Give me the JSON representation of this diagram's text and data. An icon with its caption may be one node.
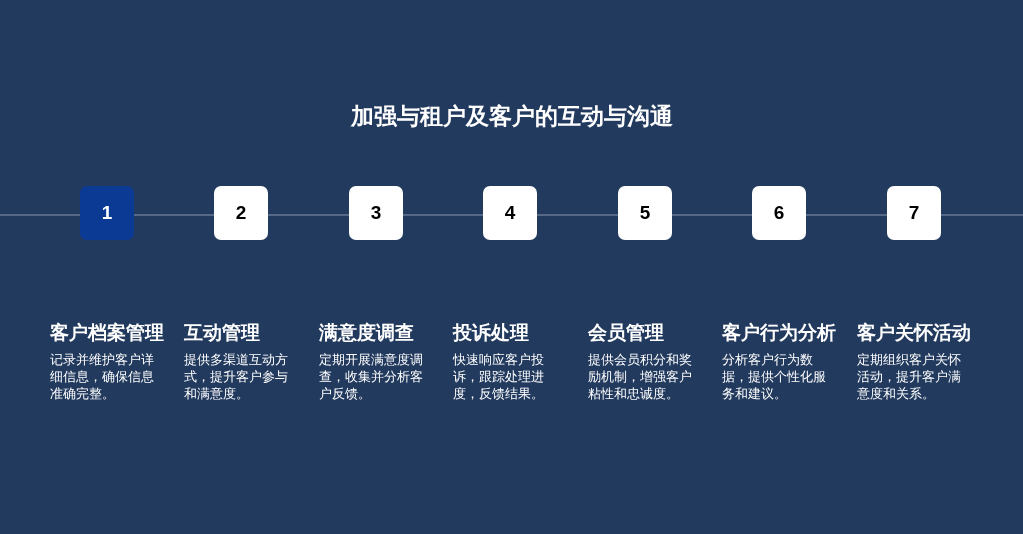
{
  "diagram": {
    "title": "加强与租户及客户的互动与沟通",
    "nodes": [
      {
        "text": [
          "1"
        ],
        "beside": [
          "客户档案管理",
          "记录并维护客户详细信息，确保信息准确完整。"
        ]
      },
      {
        "text": [
          "2"
        ],
        "beside": [
          "互动管理",
          "提供多渠道互动方式，提升客户参与和满意度。"
        ]
      },
      {
        "text": [
          "3"
        ],
        "beside": [
          "满意度调查",
          "定期开展满意度调查，收集并分析客户反馈。"
        ]
      },
      {
        "text": [
          "4"
        ],
        "beside": [
          "投诉处理",
          "快速响应客户投诉，跟踪处理进度，反馈结果。"
        ]
      },
      {
        "text": [
          "5"
        ],
        "beside": [
          "会员管理",
          "提供会员积分和奖励机制，增强客户粘性和忠诚度。"
        ]
      },
      {
        "text": [
          "6"
        ],
        "beside": [
          "客户行为分析",
          "分析客户行为数据，提供个性化服务和建议。"
        ]
      },
      {
        "text": [
          "7"
        ],
        "beside": [
          "客户关怀活动",
          "定期组织客户关怀活动，提升客户满意度和关系。"
        ]
      }
    ],
    "edges": [
      {
        "from": null,
        "to": 0,
        "arrow": "none"
      },
      {
        "from": 0,
        "to": 1,
        "arrow": "none"
      },
      {
        "from": 1,
        "to": 2,
        "arrow": "none"
      },
      {
        "from": 2,
        "to": 3,
        "arrow": "none"
      },
      {
        "from": 3,
        "to": 4,
        "arrow": "none"
      },
      {
        "from": 4,
        "to": 5,
        "arrow": "none"
      },
      {
        "from": 5,
        "to": 6,
        "arrow": "none"
      },
      {
        "from": 6,
        "to": null,
        "arrow": "none"
      }
    ]
  }
}
